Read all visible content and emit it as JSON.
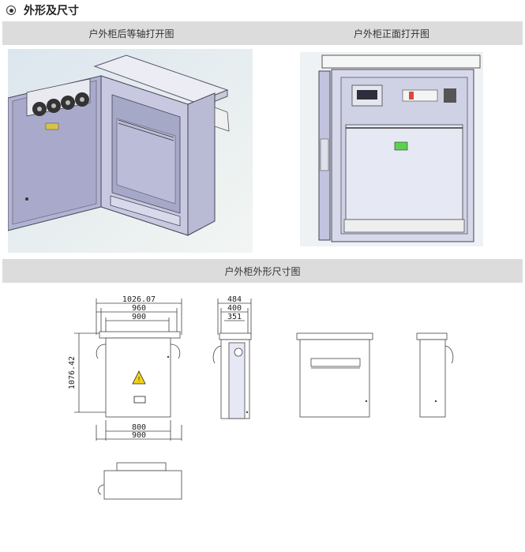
{
  "section": {
    "title": "外形及尺寸"
  },
  "captions": {
    "rear_view": "户外柜后等轴打开图",
    "front_view": "户外柜正面打开图",
    "dimensions": "户外柜外形尺寸图"
  },
  "dimensions": {
    "overall_width": "1026.07",
    "width_960": "960",
    "width_900_top": "900",
    "height": "1076.42",
    "base_800": "800",
    "base_900": "900",
    "depth_484": "484",
    "depth_400": "400",
    "depth_351": "351"
  }
}
